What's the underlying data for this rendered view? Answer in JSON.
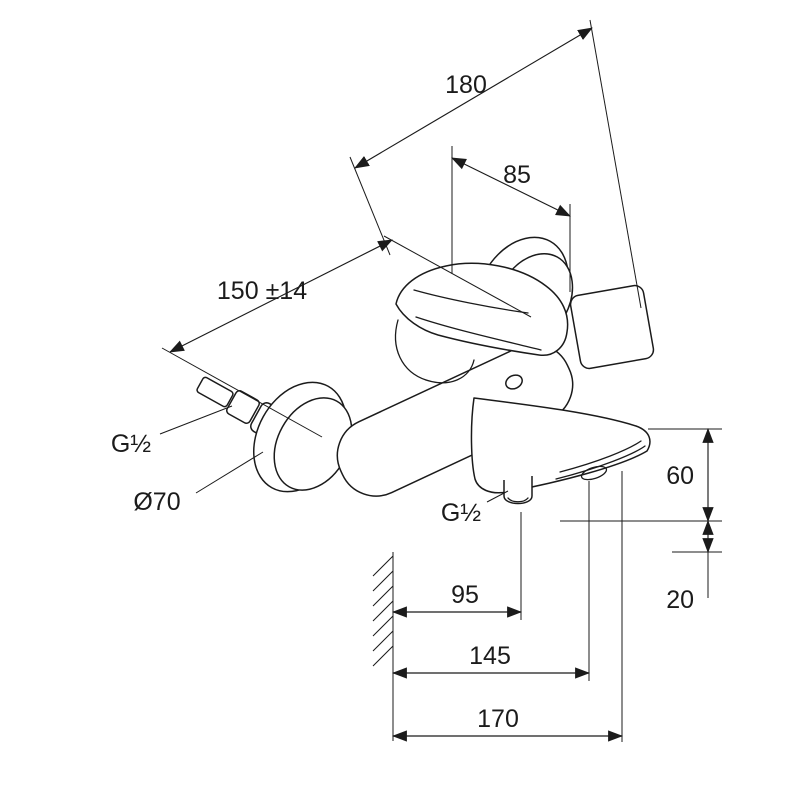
{
  "drawing": {
    "labels": {
      "width_total": "180",
      "handle_depth": "85",
      "inlet_spacing": "150 ±14",
      "inlet_thread": "G½",
      "flange_diameter": "Ø70",
      "outlet_thread": "G½",
      "height_spout": "60",
      "height_drop": "20",
      "depth_outlet": "95",
      "depth_aerator": "145",
      "depth_total": "170"
    },
    "colors": {
      "line": "#1b1b1b",
      "background": "#ffffff"
    }
  }
}
